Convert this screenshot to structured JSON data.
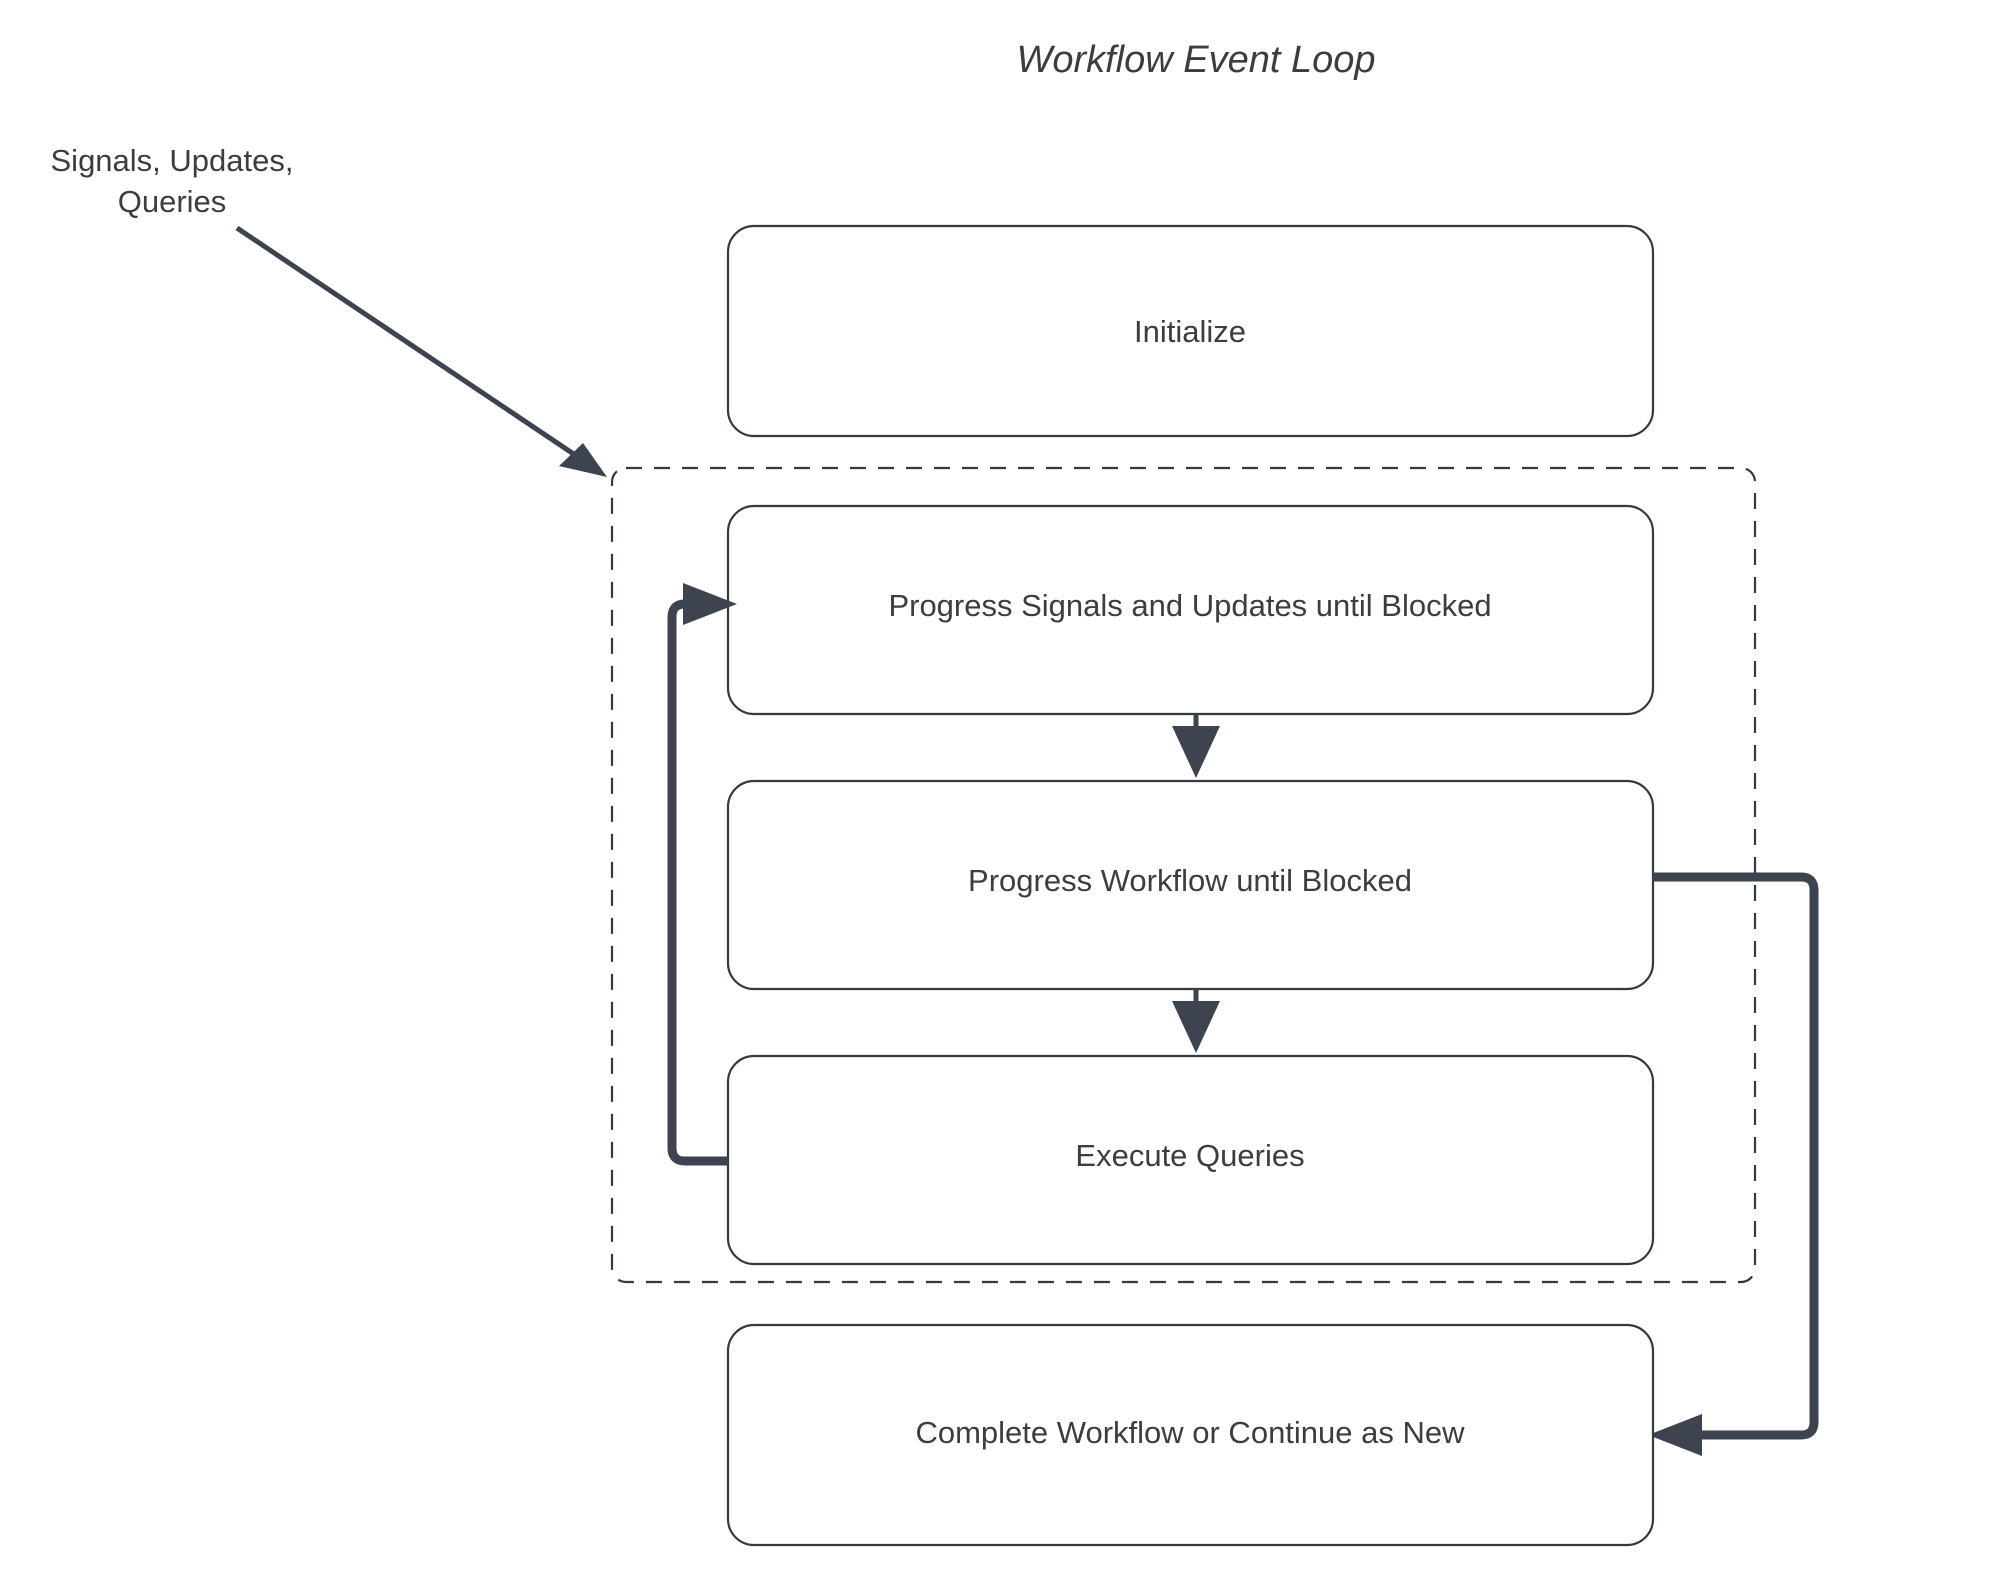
{
  "diagram": {
    "title": "Workflow Event Loop",
    "background_color": "#ffffff",
    "stroke_color": "#343a40",
    "connector_color": "#3d4450",
    "text_color": "#3d3d3d",
    "external_input_label_line1": "Signals, Updates,",
    "external_input_label_line2": "Queries",
    "nodes": [
      {
        "id": "initialize",
        "label": "Initialize"
      },
      {
        "id": "progress-signals",
        "label": "Progress Signals and Updates until Blocked"
      },
      {
        "id": "progress-workflow",
        "label": "Progress Workflow until Blocked"
      },
      {
        "id": "execute-queries",
        "label": "Execute Queries"
      },
      {
        "id": "complete-workflow",
        "label": "Complete Workflow or Continue as New"
      }
    ]
  }
}
